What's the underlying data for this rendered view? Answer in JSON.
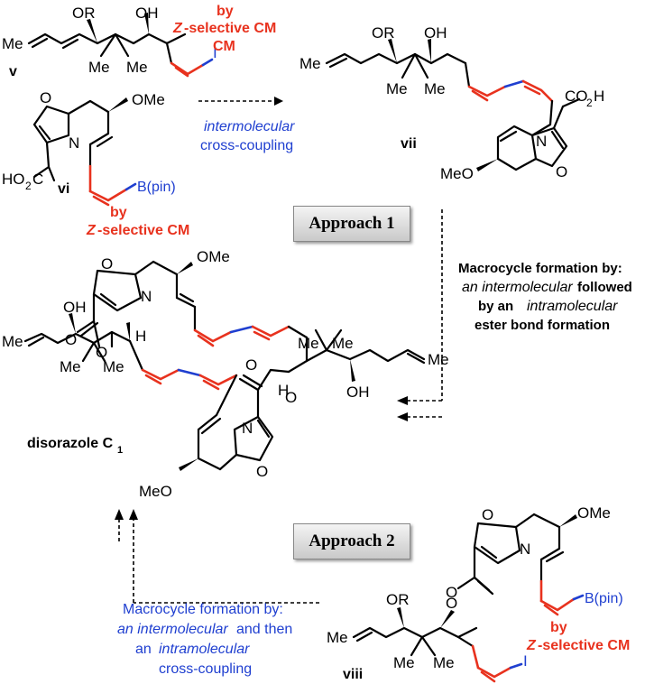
{
  "labels": {
    "v": "v",
    "vi": "vi",
    "vii": "vii",
    "viii": "viii",
    "product": "disorazole C",
    "product_sub": "1"
  },
  "atoms": {
    "OR": "OR",
    "OH": "OH",
    "Me": "Me",
    "OMe": "OMe",
    "MeO": "MeO",
    "O": "O",
    "N": "N",
    "I": "I",
    "H": "H",
    "HO2C_a": "HO",
    "HO2C_b": "2",
    "HO2C_c": "C",
    "CO2H_a": "CO",
    "CO2H_b": "2",
    "CO2H_c": "H",
    "Bpin": "B(pin)"
  },
  "annotations": {
    "by": "by",
    "z_cm": "Z-selective CM",
    "z_prefix": "Z",
    "cm_suffix": "-selective CM",
    "cm_short": "CM",
    "inter_cc_1": "intermolecular",
    "inter_cc_2": "cross-coupling"
  },
  "approaches": {
    "approach1": "Approach 1",
    "approach2": "Approach 2"
  },
  "notes": {
    "a1_l1": "Macrocycle formation by:",
    "a1_l2a": "an intermolecular",
    "a1_l2b": " followed",
    "a1_l3a": "by an ",
    "a1_l3b": "intramolecular",
    "a1_l4": "ester bond formation",
    "a2_l1": "Macrocycle formation by:",
    "a2_l2a": "an intermolecular",
    "a2_l2b": " and then",
    "a2_l3a": "an ",
    "a2_l3b": "intramolecular",
    "a2_l4": "cross-coupling"
  },
  "colors": {
    "red": "#e8321e",
    "blue": "#1f3fd0",
    "black": "#000000"
  }
}
